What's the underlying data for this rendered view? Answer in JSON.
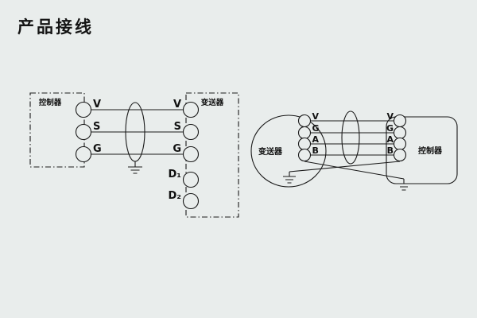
{
  "page": {
    "title": "产品接线"
  },
  "colors": {
    "background": "#e9edec",
    "line": "#1a1a1a"
  },
  "left_diagram": {
    "controller_label": "控制器",
    "transmitter_label": "变送器",
    "left_terminals": [
      "V",
      "S",
      "G"
    ],
    "right_terminals": [
      "V",
      "S",
      "G",
      "D₁",
      "D₂"
    ]
  },
  "right_diagram": {
    "transmitter_label": "变送器",
    "controller_label": "控制器",
    "transmitter_terminals": [
      "V",
      "G",
      "A",
      "B"
    ],
    "controller_terminals": [
      "V",
      "G",
      "A",
      "B"
    ]
  }
}
